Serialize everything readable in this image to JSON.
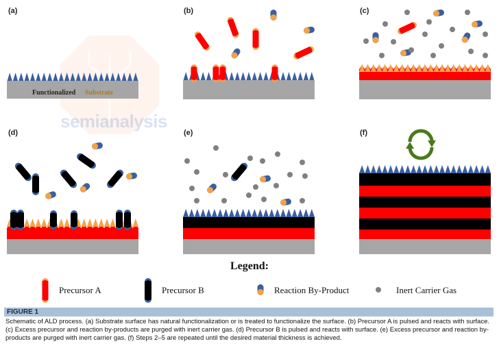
{
  "panels": {
    "a": {
      "label": "(a)"
    },
    "b": {
      "label": "(b)"
    },
    "c": {
      "label": "(c)"
    },
    "d": {
      "label": "(d)"
    },
    "e": {
      "label": "(e)"
    },
    "f": {
      "label": "(f)"
    }
  },
  "substrate_label": {
    "part1": "Functionalized",
    "part2": "Substrate"
  },
  "watermark": {
    "text": "semianalysis"
  },
  "legend": {
    "title": "Legend:",
    "items": [
      {
        "label": "Precursor A",
        "icon": "precursor-a-icon"
      },
      {
        "label": "Precursor B",
        "icon": "precursor-b-icon"
      },
      {
        "label": "Reaction By-Product",
        "icon": "byproduct-icon"
      },
      {
        "label": "Inert Carrier Gas",
        "icon": "inert-gas-icon"
      }
    ]
  },
  "figure": {
    "title": "FIGURE 1",
    "caption": "Schematic of ALD process. (a) Substrate surface has natural functionalization or is treated to functionalize the surface. (b) Precursor A is pulsed and reacts with surface. (c) Excess precursor and reaction by-products are purged with inert carrier gas. (d) Precursor B is pulsed and reacts with surface. (e) Excess precursor and reaction by-products are purged with inert carrier gas. (f) Steps 2–5 are repeated until the desired material thickness is achieved."
  },
  "colors": {
    "substrate": "#a6a6a6",
    "functional_layer": "#3a5fa0",
    "precursor_a": "#ff0000",
    "precursor_a_cap": "#f4a24a",
    "precursor_b": "#000000",
    "precursor_b_cap": "#3a5fa0",
    "byproduct_cap": "#3a5fa0",
    "byproduct_body": "#f4a24a",
    "inert_gas": "#808080",
    "cycle_arrow": "#4a7a1a"
  }
}
